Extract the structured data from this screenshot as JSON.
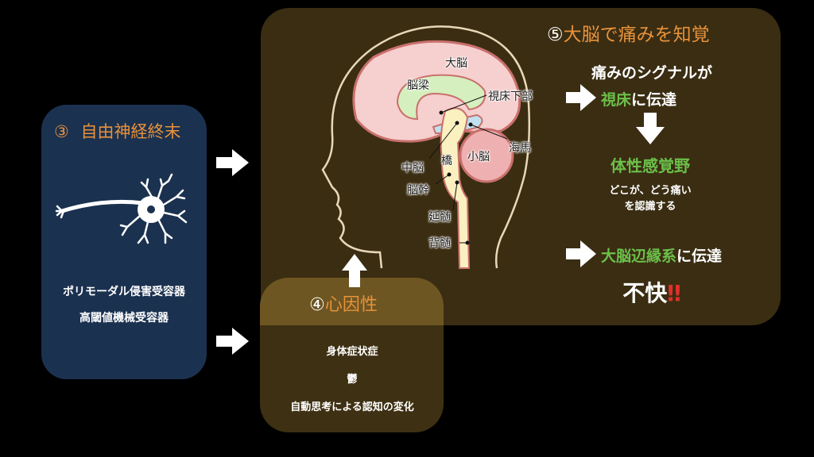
{
  "left": {
    "title_num": "③",
    "title": "自由神経終末",
    "receptors": [
      "ポリモーダル侵害受容器",
      "高閾値機械受容器"
    ]
  },
  "psych": {
    "title_num": "④",
    "title": "心因性",
    "items": [
      "身体症状症",
      "鬱",
      "自動思考による認知の変化"
    ]
  },
  "brain": {
    "title_num": "⑤",
    "title": "大脳で痛みを知覚",
    "labels": {
      "cerebrum": "大脳",
      "corpus_callosum": "脳梁",
      "hypothalamus": "視床下部",
      "hippocampus": "海馬",
      "cerebellum": "小脳",
      "pons": "橋",
      "midbrain": "中脳",
      "brainstem": "脳幹",
      "medulla": "延髄",
      "spinal_cord": "背髄"
    },
    "signal": "痛みのシグナルが",
    "thalamus": "視床",
    "transmit": "に伝達",
    "cortex": "体性感覚野",
    "recognize_1": "どこが、どう痛い",
    "recognize_2": "を認識する",
    "limbic": "大脳辺縁系",
    "discomfort": "不快",
    "exclaim": "‼"
  },
  "colors": {
    "orange": "#e8923a",
    "green": "#6cc04a",
    "navy": "#1b3150",
    "brown": "#3a2d12"
  }
}
